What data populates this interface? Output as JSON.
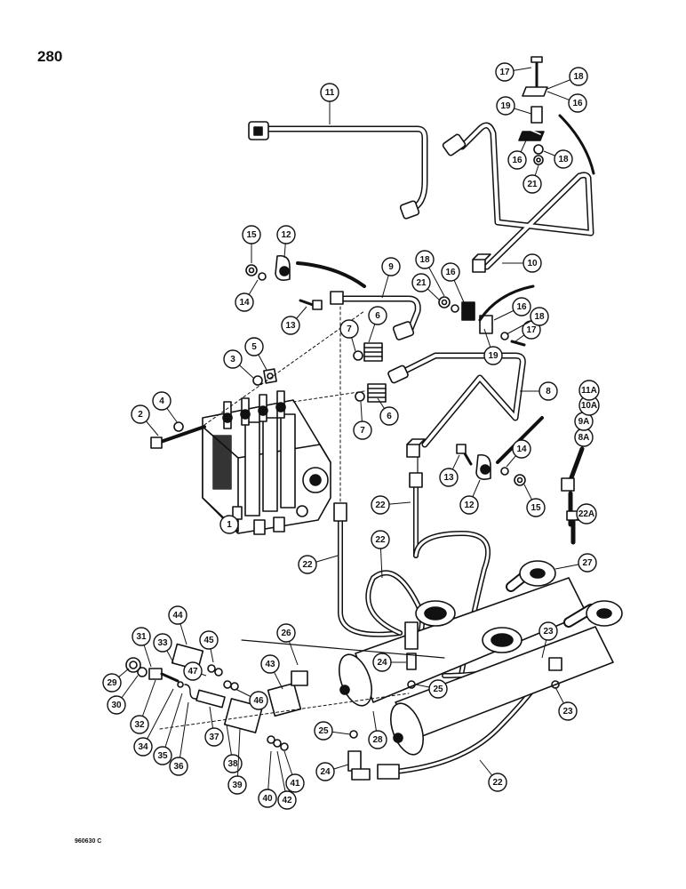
{
  "page_number": "280",
  "drawing_code": "960630 C",
  "callouts": [
    {
      "id": "c-1",
      "label": "1"
    },
    {
      "id": "c-2",
      "label": "2"
    },
    {
      "id": "c-3",
      "label": "3"
    },
    {
      "id": "c-4",
      "label": "4"
    },
    {
      "id": "c-5",
      "label": "5"
    },
    {
      "id": "c-6a",
      "label": "6"
    },
    {
      "id": "c-6b",
      "label": "6"
    },
    {
      "id": "c-7a",
      "label": "7"
    },
    {
      "id": "c-7b",
      "label": "7"
    },
    {
      "id": "c-8",
      "label": "8"
    },
    {
      "id": "c-8a",
      "label": "8A"
    },
    {
      "id": "c-9",
      "label": "9"
    },
    {
      "id": "c-9a",
      "label": "9A"
    },
    {
      "id": "c-10",
      "label": "10"
    },
    {
      "id": "c-10a",
      "label": "10A"
    },
    {
      "id": "c-11",
      "label": "11"
    },
    {
      "id": "c-11a",
      "label": "11A"
    },
    {
      "id": "c-12a",
      "label": "12"
    },
    {
      "id": "c-12b",
      "label": "12"
    },
    {
      "id": "c-13a",
      "label": "13"
    },
    {
      "id": "c-13b",
      "label": "13"
    },
    {
      "id": "c-14a",
      "label": "14"
    },
    {
      "id": "c-14b",
      "label": "14"
    },
    {
      "id": "c-15a",
      "label": "15"
    },
    {
      "id": "c-15b",
      "label": "15"
    },
    {
      "id": "c-16a",
      "label": "16"
    },
    {
      "id": "c-16b",
      "label": "16"
    },
    {
      "id": "c-16c",
      "label": "16"
    },
    {
      "id": "c-16d",
      "label": "16"
    },
    {
      "id": "c-17a",
      "label": "17"
    },
    {
      "id": "c-17b",
      "label": "17"
    },
    {
      "id": "c-18a",
      "label": "18"
    },
    {
      "id": "c-18b",
      "label": "18"
    },
    {
      "id": "c-18c",
      "label": "18"
    },
    {
      "id": "c-18d",
      "label": "18"
    },
    {
      "id": "c-19a",
      "label": "19"
    },
    {
      "id": "c-19b",
      "label": "19"
    },
    {
      "id": "c-21a",
      "label": "21"
    },
    {
      "id": "c-21b",
      "label": "21"
    },
    {
      "id": "c-22a",
      "label": "22"
    },
    {
      "id": "c-22b",
      "label": "22"
    },
    {
      "id": "c-22c",
      "label": "22"
    },
    {
      "id": "c-22d",
      "label": "22"
    },
    {
      "id": "c-22a2",
      "label": "22A"
    },
    {
      "id": "c-23a",
      "label": "23"
    },
    {
      "id": "c-23b",
      "label": "23"
    },
    {
      "id": "c-24a",
      "label": "24"
    },
    {
      "id": "c-24b",
      "label": "24"
    },
    {
      "id": "c-25a",
      "label": "25"
    },
    {
      "id": "c-25b",
      "label": "25"
    },
    {
      "id": "c-26",
      "label": "26"
    },
    {
      "id": "c-27",
      "label": "27"
    },
    {
      "id": "c-28",
      "label": "28"
    },
    {
      "id": "c-29",
      "label": "29"
    },
    {
      "id": "c-30",
      "label": "30"
    },
    {
      "id": "c-31",
      "label": "31"
    },
    {
      "id": "c-32",
      "label": "32"
    },
    {
      "id": "c-33",
      "label": "33"
    },
    {
      "id": "c-34",
      "label": "34"
    },
    {
      "id": "c-35",
      "label": "35"
    },
    {
      "id": "c-36",
      "label": "36"
    },
    {
      "id": "c-37",
      "label": "37"
    },
    {
      "id": "c-38",
      "label": "38"
    },
    {
      "id": "c-39",
      "label": "39"
    },
    {
      "id": "c-40",
      "label": "40"
    },
    {
      "id": "c-41",
      "label": "41"
    },
    {
      "id": "c-42",
      "label": "42"
    },
    {
      "id": "c-43",
      "label": "43"
    },
    {
      "id": "c-44",
      "label": "44"
    },
    {
      "id": "c-45",
      "label": "45"
    },
    {
      "id": "c-46",
      "label": "46"
    },
    {
      "id": "c-47",
      "label": "47"
    }
  ]
}
